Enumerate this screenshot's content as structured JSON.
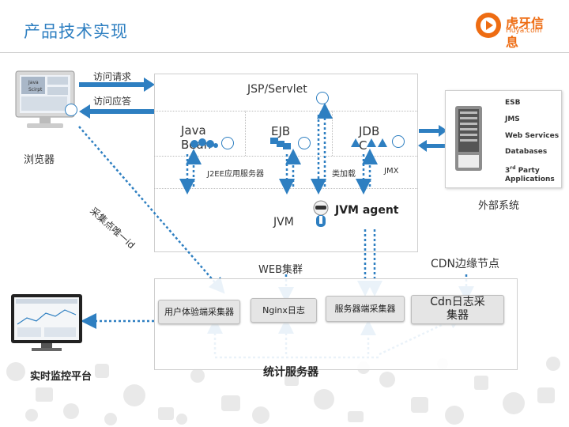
{
  "header": {
    "title": "产品技术实现",
    "logo_text": "虎牙信息",
    "logo_sub": "Huya.com"
  },
  "browser": {
    "label": "浏览器",
    "screen_text_line1": "Java",
    "screen_text_line2": "Scirpt",
    "request_label": "访问请求",
    "response_label": "访问应答",
    "collect_label": "采集点唯一id"
  },
  "server": {
    "jsp_label": "JSP/Servlet",
    "java_bean_label": "Java Bean",
    "ejb_label": "EJB",
    "jdbc_label": "JDBC",
    "j2ee_label": "J2EE应用服务器",
    "classload_label": "类加载",
    "jmx_label": "JMX",
    "jvm_label": "JVM",
    "jvm_agent_label": "JVM agent"
  },
  "external": {
    "label": "外部系统",
    "items": [
      "ESB",
      "JMS",
      "Web Services",
      "Databases",
      "3rd Party Applications"
    ],
    "item5_sup": "rd",
    "item5_line1_prefix": "3",
    "item5_line1_suffix": " Party",
    "item5_line2": "Applications"
  },
  "cluster": {
    "web_cluster_label": "WEB集群",
    "cdn_label": "CDN边缘节点",
    "nodes": [
      "用户体验端采集器",
      "Nginx日志",
      "服务器端采集器",
      "Cdn日志采集器"
    ],
    "cdn_node_line1": "Cdn日志采",
    "cdn_node_line2": "集器",
    "stats_label": "统计服务器"
  },
  "monitor": {
    "label": "实时监控平台"
  }
}
